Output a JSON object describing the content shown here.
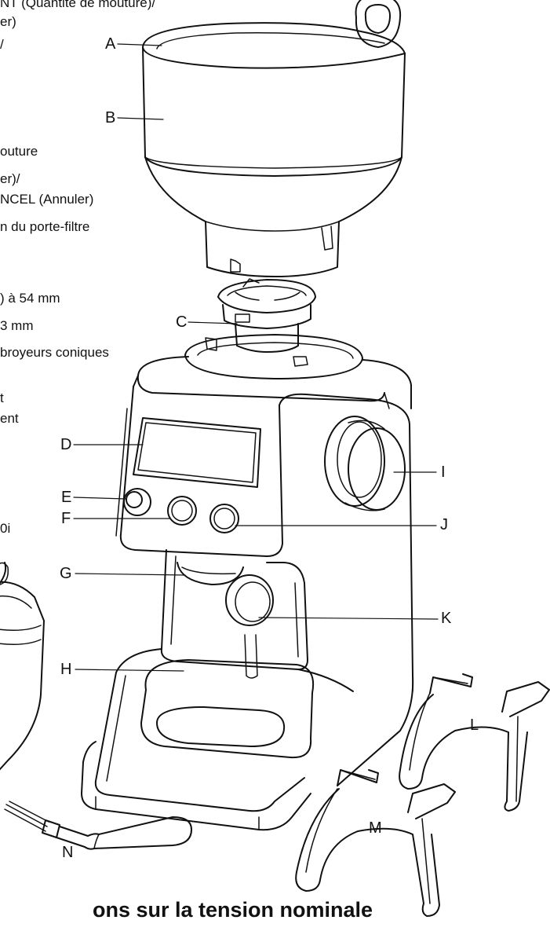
{
  "left_text_fragments": [
    "NT (Quantité de mouture)/",
    "er)",
    "/",
    "outure",
    "er)/",
    "NCEL (Annuler)",
    "n du porte-filtre",
    ") à 54 mm",
    "3 mm",
    "broyeurs coniques",
    "t",
    "ent",
    "0i"
  ],
  "part_labels": [
    "A",
    "B",
    "C",
    "D",
    "E",
    "F",
    "G",
    "H",
    "I",
    "J",
    "K",
    "L",
    "M",
    "N"
  ],
  "bottom_heading": "ons sur la tension nominale",
  "colors": {
    "line": "#111111",
    "background": "#ffffff"
  }
}
